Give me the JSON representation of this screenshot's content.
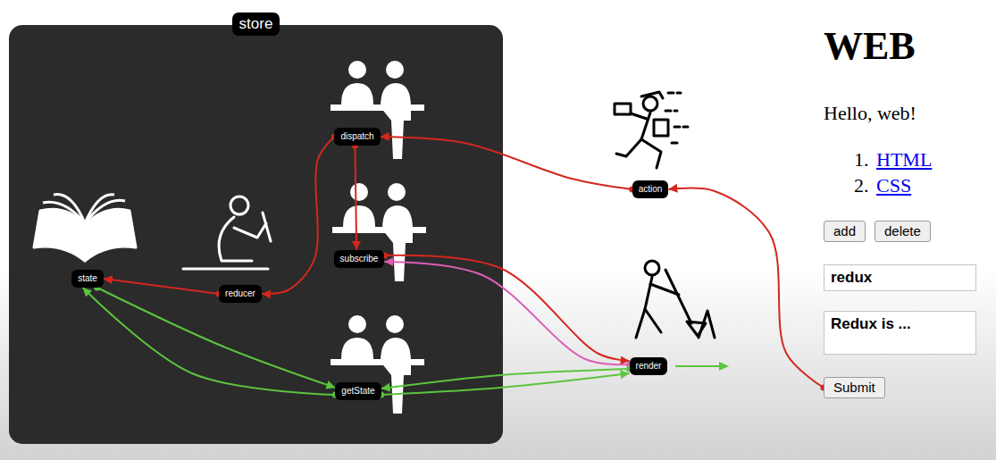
{
  "diagram": {
    "nodes": [
      {
        "text": [
          "store"
        ]
      },
      {
        "text": [
          "dispatch"
        ],
        "in": 0
      },
      {
        "text": [
          "state"
        ],
        "in": 0
      },
      {
        "text": [
          "reducer"
        ],
        "in": 0
      },
      {
        "text": [
          "subscribe"
        ],
        "in": 0
      },
      {
        "text": [
          "getState"
        ],
        "in": 0
      },
      {
        "text": [
          "action"
        ]
      },
      {
        "text": [
          "render"
        ]
      },
      {
        "text": [
          "add"
        ]
      },
      {
        "text": [
          "delete"
        ]
      },
      {
        "text": [
          "redux"
        ]
      },
      {
        "text": [
          "Redux is ..."
        ]
      },
      {
        "text": [
          "Submit"
        ]
      }
    ],
    "edges": [
      {
        "from": 12,
        "to": 6,
        "arrow": "to"
      },
      {
        "from": 6,
        "to": 1,
        "arrow": "to"
      },
      {
        "from": 1,
        "to": 3,
        "arrow": "to"
      },
      {
        "from": 3,
        "to": 2,
        "arrow": "to"
      },
      {
        "from": 1,
        "to": 4,
        "arrow": "to"
      },
      {
        "from": 4,
        "to": 7,
        "arrow": "to"
      },
      {
        "from": 7,
        "to": 4,
        "arrow": "to"
      },
      {
        "from": 2,
        "to": 5,
        "arrow": "to"
      },
      {
        "from": 5,
        "to": 2,
        "arrow": "to"
      },
      {
        "from": 7,
        "to": 5,
        "arrow": "to"
      },
      {
        "from": 5,
        "to": 7,
        "arrow": "to"
      }
    ],
    "labels": [
      "WEB",
      "Hello, web!",
      "1.",
      "HTML",
      "2.",
      "CSS"
    ]
  }
}
